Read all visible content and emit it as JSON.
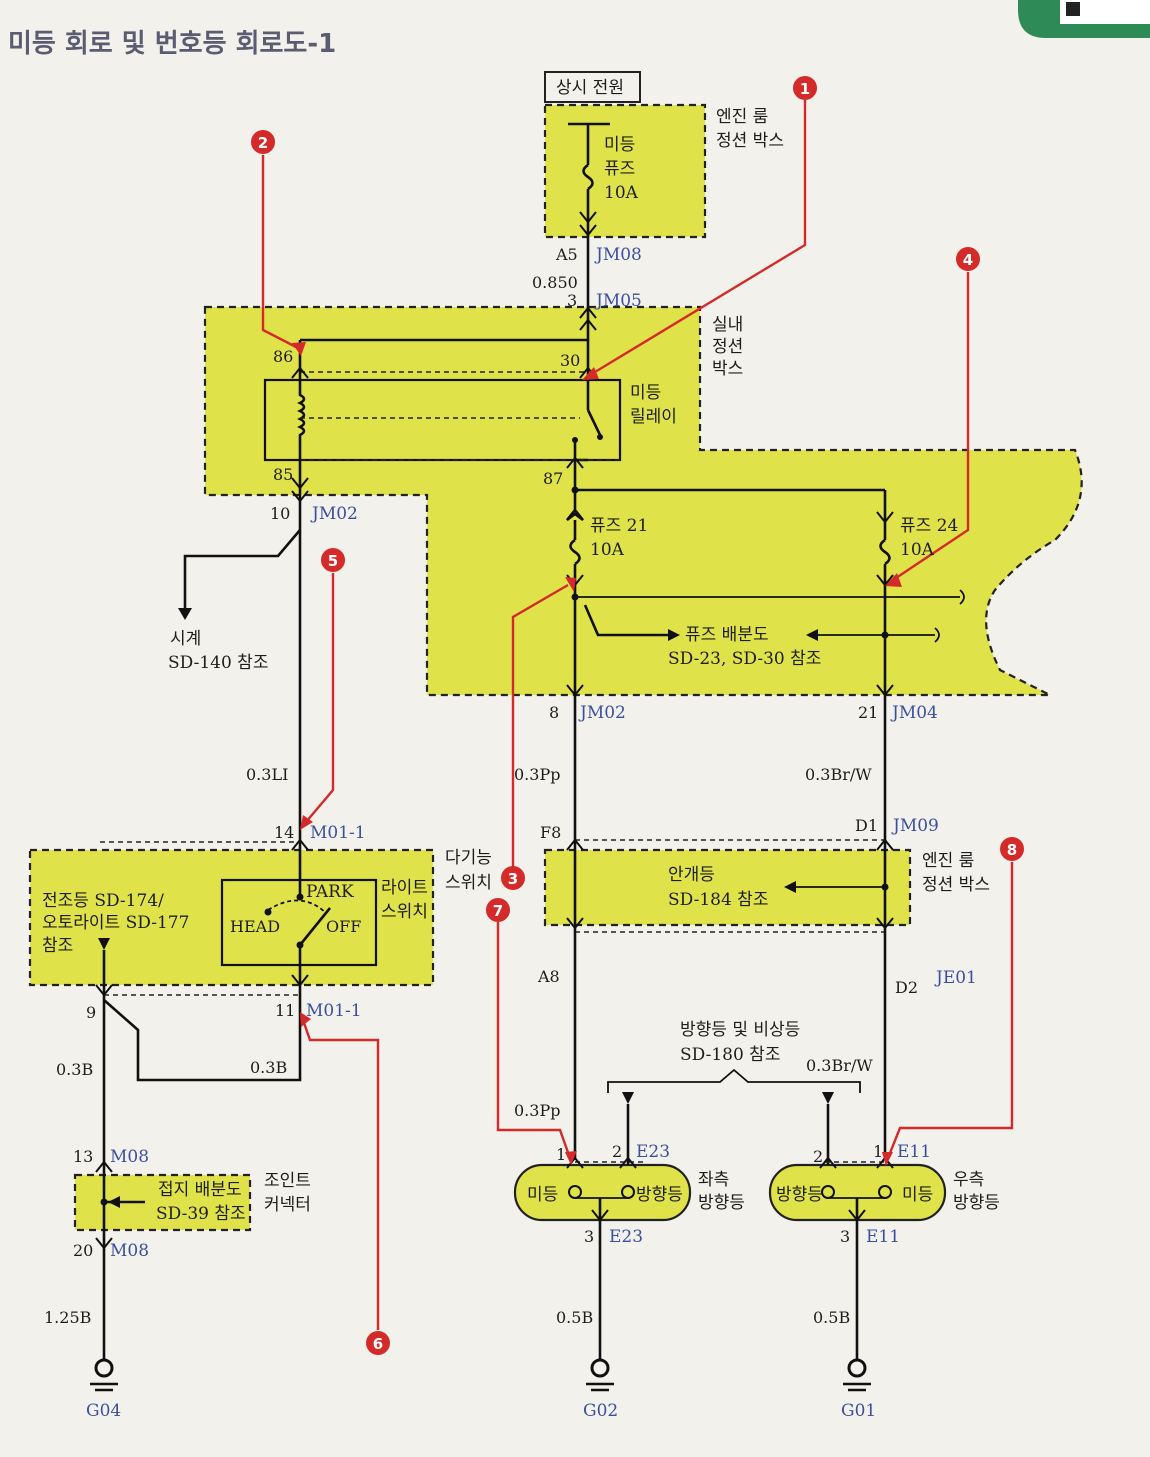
{
  "title": "미등 회로 및 번호등 회로도-1",
  "labels": {
    "power": "상시 전원",
    "engine_box_top_1": "엔진 룸",
    "engine_box_top_2": "정션 박스",
    "fuse_main_1": "미등",
    "fuse_main_2": "퓨즈",
    "fuse_main_3": "10A",
    "pin_a5": "A5",
    "conn_jm08": "JM08",
    "wire_0850": "0.850",
    "pin_3": "3",
    "conn_jm05": "JM05",
    "indoor_box_1": "실내",
    "indoor_box_2": "정션",
    "indoor_box_3": "박스",
    "relay_pin_86": "86",
    "relay_pin_30": "30",
    "relay_pin_85": "85",
    "relay_pin_87": "87",
    "relay_name_1": "미등",
    "relay_name_2": "릴레이",
    "fuse21": "퓨즈 21",
    "fuse21_amp": "10A",
    "fuse24": "퓨즈 24",
    "fuse24_amp": "10A",
    "fuse_dist_1": "퓨즈 배분도",
    "fuse_dist_2": "SD-23, SD-30 참조",
    "pin_10": "10",
    "conn_jm02_left": "JM02",
    "clock_1": "시계",
    "clock_2": "SD-140 참조",
    "pin_8": "8",
    "conn_jm02": "JM02",
    "pin_21": "21",
    "conn_jm04": "JM04",
    "wire_03li": "0.3LI",
    "wire_03pp": "0.3Pp",
    "wire_03brw": "0.3Br/W",
    "pin_14": "14",
    "conn_m011_top": "M01-1",
    "pin_f8": "F8",
    "pin_d1": "D1",
    "conn_jm09": "JM09",
    "multi_sw_1": "다기능",
    "multi_sw_2": "스위치",
    "headlamp_1": "전조등 SD-174/",
    "headlamp_2": "오토라이트 SD-177",
    "headlamp_3": "참조",
    "sw_park": "PARK",
    "sw_head": "HEAD",
    "sw_off": "OFF",
    "light_sw_1": "라이트",
    "light_sw_2": "스위치",
    "courtesy_1": "안개등",
    "courtesy_2": "SD-184 참조",
    "engine_box_2a": "엔진 룸",
    "engine_box_2b": "정션 박스",
    "pin_9": "9",
    "pin_11": "11",
    "conn_m011_bot": "M01-1",
    "pin_a8": "A8",
    "pin_d2": "D2",
    "conn_je01": "JE01",
    "wire_03b_l": "0.3B",
    "wire_03b_r": "0.3B",
    "turn_ref_1": "방향등 및 비상등",
    "turn_ref_2": "SD-180 참조",
    "wire_03brw_2": "0.3Br/W",
    "wire_03pp_2": "0.3Pp",
    "pin_13": "13",
    "conn_m08_top": "M08",
    "ground_dist_1": "접지 배분도",
    "ground_dist_2": "SD-39 참조",
    "joint_1": "조인트",
    "joint_2": "커넥터",
    "pin_20": "20",
    "conn_m08_bot": "M08",
    "wire_125b": "1.25B",
    "gnd_g04": "G04",
    "left_pin1": "1",
    "left_pin2": "2",
    "conn_e23": "E23",
    "lamp_tail_l": "미등",
    "lamp_turn_l": "방향등",
    "left_lamp_1": "좌측",
    "left_lamp_2": "방향등",
    "left_pin3": "3",
    "conn_e23_b": "E23",
    "right_pin2": "2",
    "right_pin1": "1",
    "conn_e11": "E11",
    "lamp_turn_r": "방향등",
    "lamp_tail_r": "미등",
    "right_lamp_1": "우측",
    "right_lamp_2": "방향등",
    "right_pin3": "3",
    "conn_e11_b": "E11",
    "wire_05b_l": "0.5B",
    "wire_05b_r": "0.5B",
    "gnd_g02": "G02",
    "gnd_g01": "G01"
  },
  "badges": [
    "1",
    "2",
    "3",
    "4",
    "5",
    "6",
    "7",
    "8"
  ],
  "colors": {
    "highlight": "#e0e24a",
    "callout": "#d42a2a",
    "connector_text": "#3b4fa0"
  }
}
